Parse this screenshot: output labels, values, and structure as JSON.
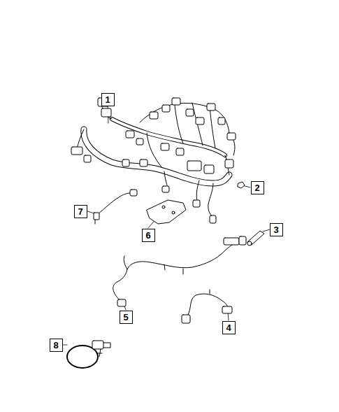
{
  "diagram": {
    "nodes": [
      {
        "text": [
          "1"
        ]
      },
      {
        "text": [
          "2"
        ]
      },
      {
        "text": [
          "7"
        ]
      },
      {
        "text": [
          "3"
        ]
      },
      {
        "text": [
          "6"
        ]
      },
      {
        "text": [
          "5"
        ]
      },
      {
        "text": [
          "4"
        ]
      },
      {
        "text": [
          "8"
        ]
      }
    ]
  }
}
